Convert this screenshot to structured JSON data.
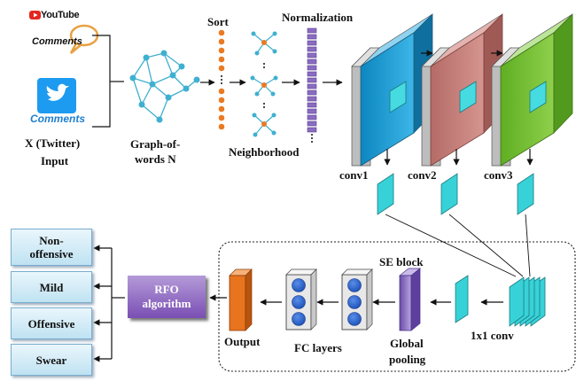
{
  "input": {
    "youtube_logo_text": "YouTube",
    "youtube_comments_text": "Comments",
    "twitter_comments_text": "Comments",
    "source_label": "X (Twitter)",
    "input_label": "Input"
  },
  "stages": {
    "graph_label_1": "Graph-of-",
    "graph_label_2": "words N",
    "sort_label": "Sort",
    "neighborhood_label": "Neighborhood",
    "normalization_label": "Normalization"
  },
  "conv": {
    "conv1": "conv1",
    "conv2": "conv2",
    "conv3": "conv3",
    "one_by_one": "1x1 conv"
  },
  "se": {
    "se_block": "SE block",
    "global_1": "Global",
    "global_2": "pooling",
    "fc_layers": "FC layers",
    "output": "Output"
  },
  "rfo": {
    "line1": "RFO",
    "line2": "algorithm"
  },
  "classes": {
    "c1_line1": "Non-",
    "c1_line2": "offensive",
    "c2": "Mild",
    "c3": "Offensive",
    "c4": "Swear"
  },
  "colors": {
    "conv1": "#1aa0d8",
    "conv2": "#c9807c",
    "conv3": "#7cc13c",
    "feature_map": "#37d2d8",
    "rfo": "#7a4fb4",
    "output_bar": "#e8741e",
    "se_block": "#8a6cc0"
  }
}
